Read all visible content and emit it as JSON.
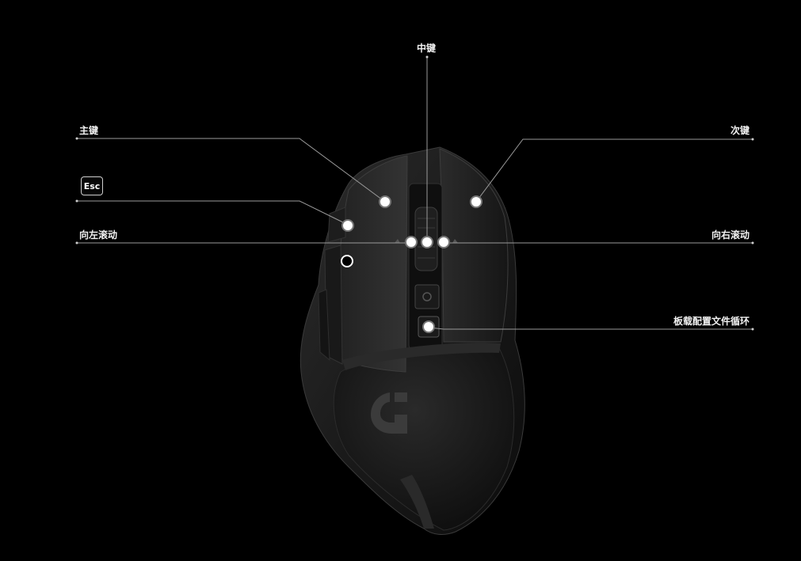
{
  "labels": {
    "middle_button": "中键",
    "primary_button": "主键",
    "secondary_button": "次键",
    "esc_key": "Esc",
    "scroll_left": "向左滚动",
    "scroll_right": "向右滚动",
    "profile_cycle": "板载配置文件循环"
  },
  "colors": {
    "background": "#000000",
    "mouse_body": "#1b1b1b",
    "line": "#9a9a9a",
    "hotspot": "#ffffff"
  },
  "icons": {
    "brand_logo": "logitech-g-logo",
    "hotspot": "hotspot-dot-icon",
    "dpi_button": "dpi-button-icon"
  }
}
